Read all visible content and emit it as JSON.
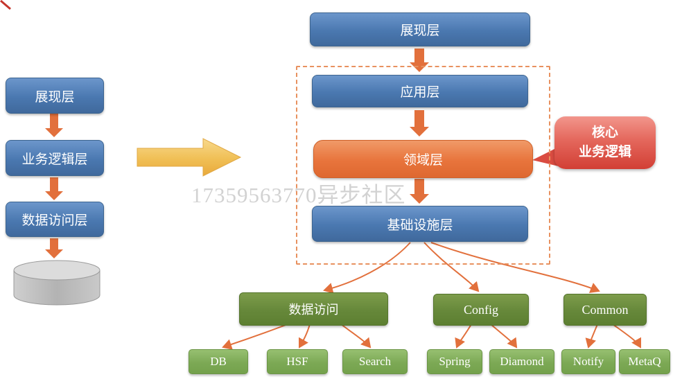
{
  "watermark": "17359563770异步社区",
  "colors": {
    "layer_blue": "#4a78b0",
    "domain_orange": "#e8743c",
    "arrow_orange": "#e2703c",
    "big_arrow_yellow": "#f0bf55",
    "group_green": "#66883a",
    "child_green": "#7ca955",
    "callout_red": "#d23f35",
    "database_gray": "#bfbfbf"
  },
  "left_stack": {
    "layers": [
      {
        "label": "展现层"
      },
      {
        "label": "业务逻辑层"
      },
      {
        "label": "数据访问层"
      }
    ]
  },
  "right_stack": {
    "layers": [
      {
        "label": "展现层"
      },
      {
        "label": "应用层"
      },
      {
        "label": "领域层"
      },
      {
        "label": "基础设施层"
      }
    ]
  },
  "callout": {
    "line1": "核心",
    "line2": "业务逻辑"
  },
  "components": {
    "groups": [
      {
        "label": "数据访问",
        "children": [
          "DB",
          "HSF",
          "Search"
        ]
      },
      {
        "label": "Config",
        "children": [
          "Spring",
          "Diamond"
        ]
      },
      {
        "label": "Common",
        "children": [
          "Notify",
          "MetaQ"
        ]
      }
    ]
  }
}
